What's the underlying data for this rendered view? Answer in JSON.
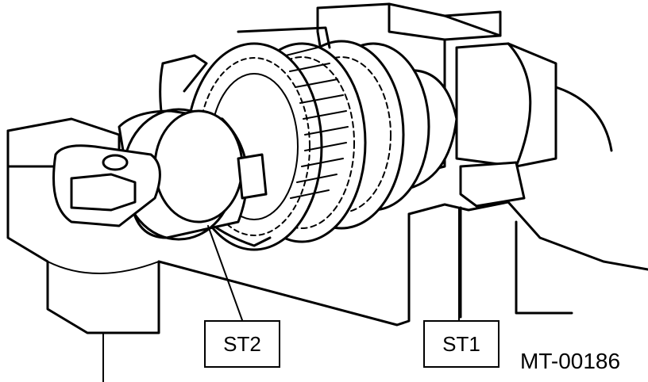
{
  "labels": {
    "st2": "ST2",
    "st1": "ST1"
  },
  "figure_code": "MT-00186",
  "colors": {
    "ink": "#000000",
    "paper": "#ffffff"
  }
}
